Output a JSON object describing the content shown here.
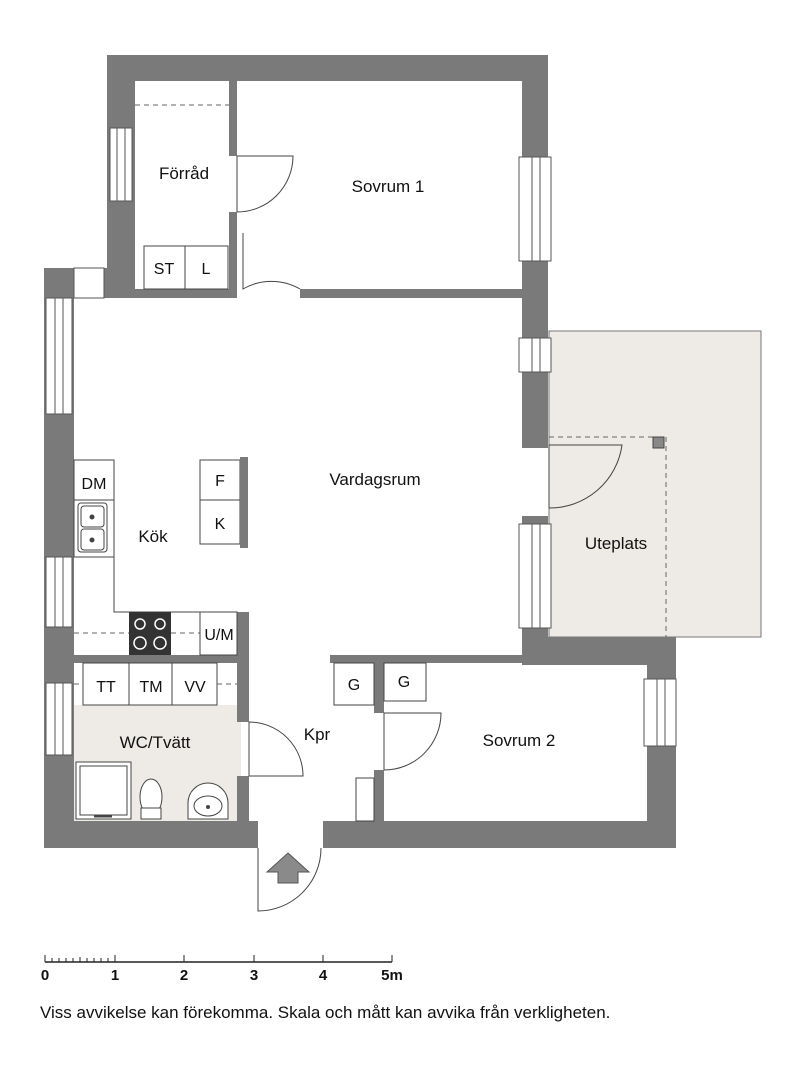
{
  "rooms": {
    "forrad": "Förråd",
    "sovrum1": "Sovrum 1",
    "vardagsrum": "Vardagsrum",
    "kok": "Kök",
    "uteplats": "Uteplats",
    "wc_tvatt": "WC/Tvätt",
    "kpr": "Kpr",
    "sovrum2": "Sovrum 2"
  },
  "fixtures": {
    "st": "ST",
    "l": "L",
    "dm": "DM",
    "f": "F",
    "k": "K",
    "um": "U/M",
    "tt": "TT",
    "tm": "TM",
    "vv": "VV",
    "g1": "G",
    "g2": "G"
  },
  "scale": {
    "ticks": [
      "0",
      "1",
      "2",
      "3",
      "4",
      "5m"
    ]
  },
  "disclaimer": "Viss avvikelse kan förekomma. Skala och mått kan avvika från verkligheten.",
  "colors": {
    "wall": "#7a7a7a",
    "terrace": "#eeebe6",
    "wc_floor": "#eeebe6"
  }
}
